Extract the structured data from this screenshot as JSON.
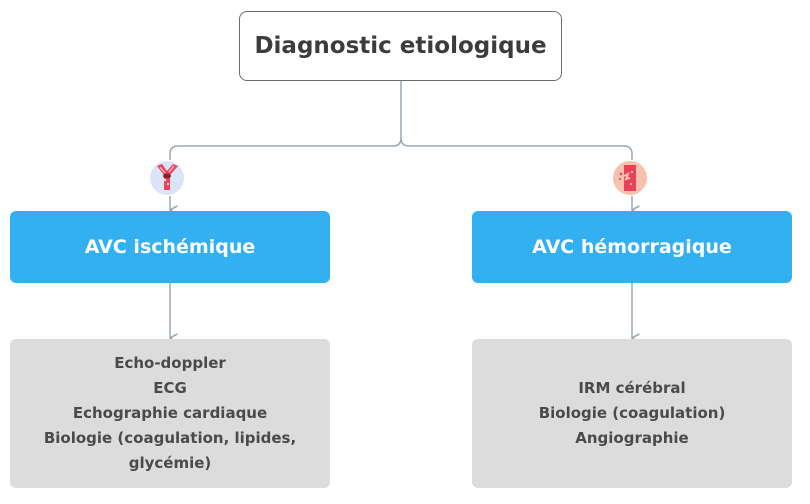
{
  "root": {
    "title": "Diagnostic etiologique"
  },
  "branches": [
    {
      "label": "AVC ischémique",
      "icon": "blocked-vessel-icon",
      "items": [
        "Echo-doppler",
        "ECG",
        "Echographie cardiaque",
        "Biologie (coagulation, lipides,",
        "glycémie)"
      ]
    },
    {
      "label": "AVC hémorragique",
      "icon": "ruptured-vessel-icon",
      "items": [
        "IRM cérébral",
        "Biologie (coagulation)",
        "Angiographie"
      ]
    }
  ],
  "colors": {
    "category_fill": "#33b0f2",
    "detail_fill": "#dcdcdc",
    "connector": "#9aa7b3",
    "root_border": "#6b6b6b"
  }
}
